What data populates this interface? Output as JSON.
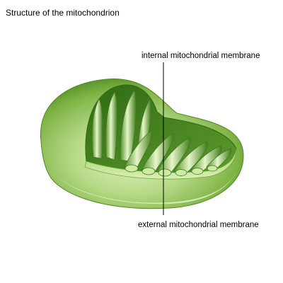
{
  "title": "Structure of the mitochondrion",
  "labels": {
    "internal": "internal mitochondrial membrane",
    "external": "external mitochondrial membrane"
  },
  "colors": {
    "outer_dark": "#5f9a2e",
    "outer_light": "#cfe7a3",
    "inner_dark": "#3d7a1d",
    "cristae_light": "#e9f6cf",
    "leader_line": "#000000"
  }
}
